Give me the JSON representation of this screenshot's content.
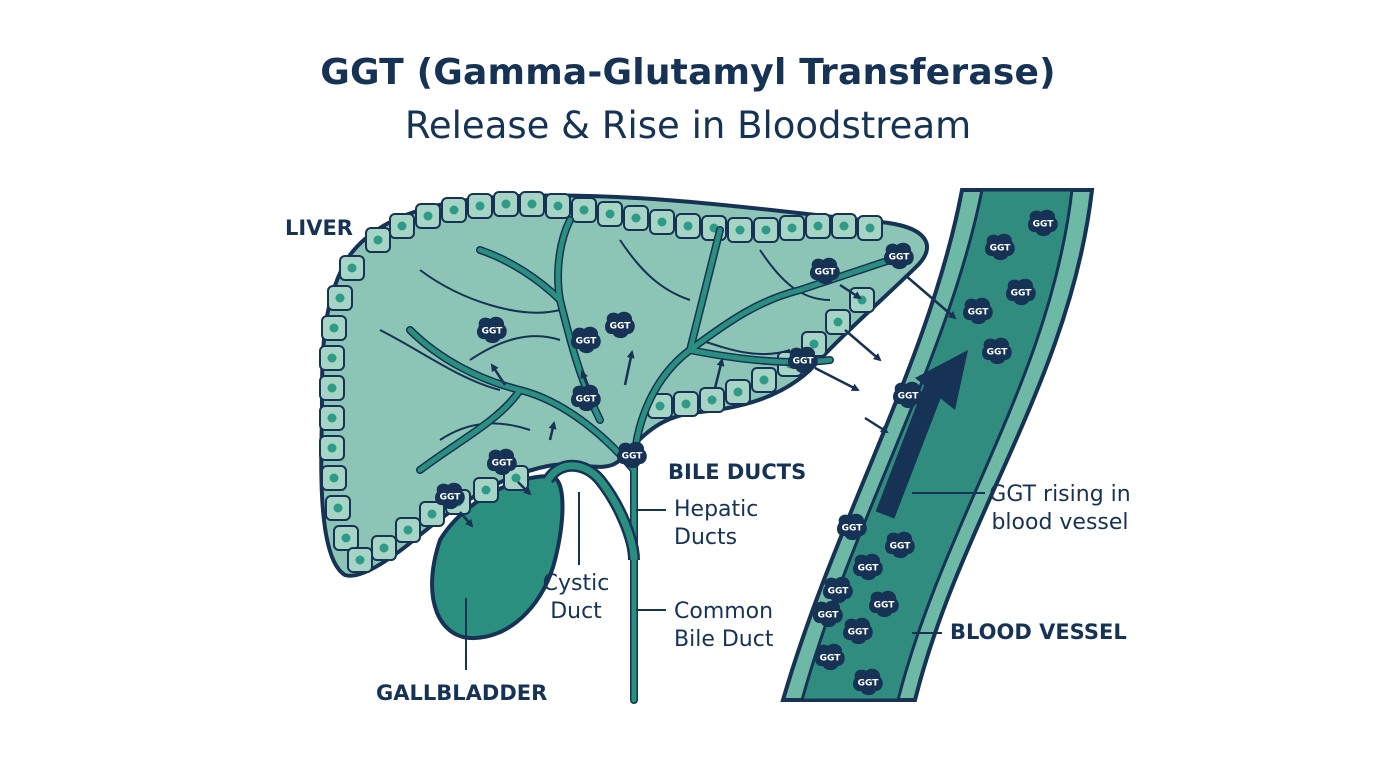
{
  "title": {
    "line1": "GGT (Gamma-Glutamyl Transferase)",
    "line2": "Release & Rise in Bloodstream"
  },
  "labels": {
    "liver": "LIVER",
    "bile_ducts": "BILE DUCTS",
    "hepatic_line1": "Hepatic",
    "hepatic_line2": "Ducts",
    "cystic_line1": "Cystic",
    "cystic_line2": "Duct",
    "common_line1": "Common",
    "common_line2": "Bile Duct",
    "gallbladder": "GALLBLADDER",
    "ggt_rising_line1": "GGT rising in",
    "ggt_rising_line2": "blood vessel",
    "blood_vessel": "BLOOD VESSEL"
  },
  "enzyme_label": "GGT",
  "colors": {
    "navy": "#163254",
    "liver_fill": "#8cc5b5",
    "liver_cell": "#a6d4c5",
    "duct_teal": "#2a8f7f",
    "vessel_outer": "#6eb8a6",
    "vessel_inner": "#2f8c7e",
    "cell_nucleus": "#2f9a87"
  }
}
